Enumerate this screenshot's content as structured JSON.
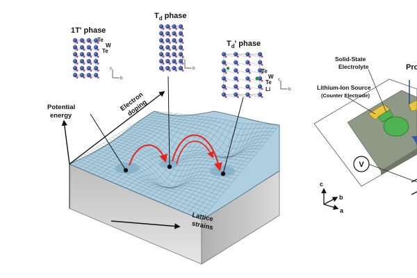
{
  "phases": {
    "t1": "1T' phase",
    "td_main": "T",
    "td_sub": "d",
    "td_rest": " phase",
    "tdp_main": "T",
    "tdp_sub": "d",
    "tdp_rest": "' phase"
  },
  "atoms": {
    "te": "Te",
    "w": "W",
    "li": "Li"
  },
  "axes_small": {
    "c": "c",
    "b": "b"
  },
  "surface": {
    "ylabel_1": "Potential",
    "ylabel_2": "energy",
    "doping_1": "Electron",
    "doping_2": "doping",
    "strain_1": "Lattice",
    "strain_2": "strains"
  },
  "device": {
    "electrolyte_1": "Solid-State",
    "electrolyte_2": "Electrolyte",
    "source": "Lithium-Ion Source",
    "counter": "(Counter Electrode)",
    "probe_partial": "Pro",
    "voltmeter": "V",
    "axis_c": "c",
    "axis_b": "b",
    "axis_a": "a"
  },
  "colors": {
    "surface": "#aecfe0",
    "mesh": "#3f6478",
    "box_side": "#c9c9c9",
    "arrow": "#e8231c",
    "atom_w": "#29418f",
    "atom_te": "#a04f9b",
    "atom_li": "#1f8f3a",
    "device_green": "#4db24f",
    "device_gold": "#e8c640",
    "device_base": "#8f9a86"
  }
}
